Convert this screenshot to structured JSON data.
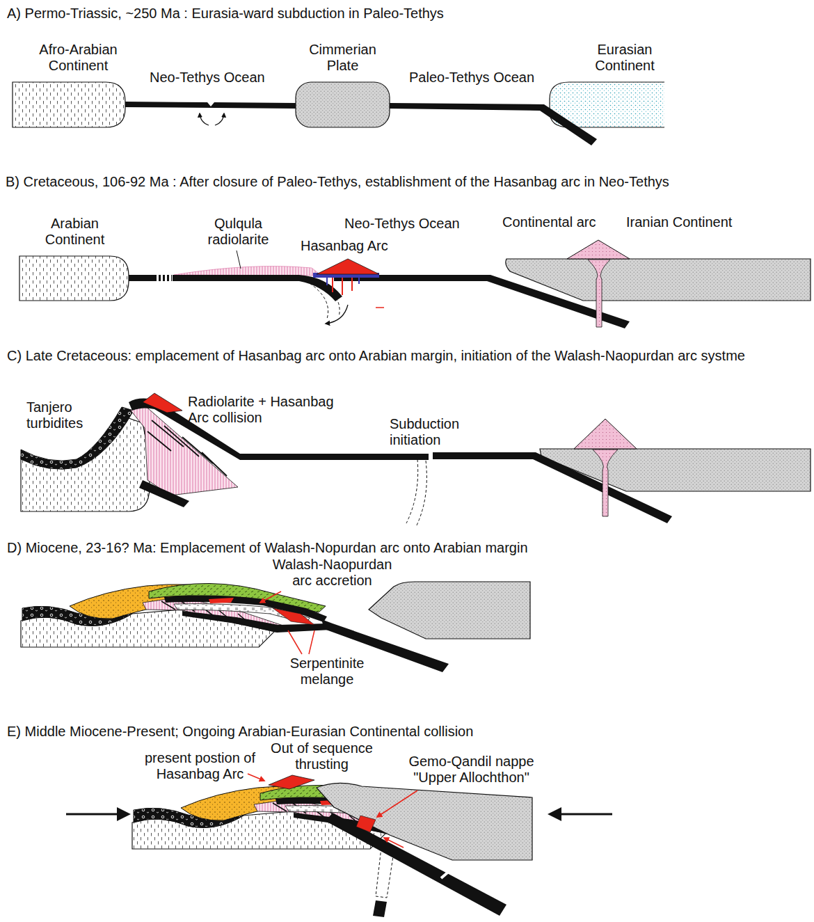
{
  "diagram": {
    "labels": [
      "A) Permo-Triassic, ~250 Ma : Eurasia-ward subduction in Paleo-Tethys",
      "Afro-Arabian Continent",
      "Neo-Tethys Ocean",
      "Cimmerian Plate",
      "Paleo-Tethys Ocean",
      "Eurasian Continent",
      "B) Cretaceous, 106-92 Ma : After closure of Paleo-Tethys, establishment of the Hasanbag arc in Neo-Tethys",
      "Arabian Continent",
      "Qulqula radiolarite",
      "Neo-Tethys Ocean",
      "Hasanbag Arc",
      "Continental arc",
      "Iranian Continent",
      "C) Late Cretaceous: emplacement of Hasanbag arc onto Arabian margin, initiation of the Walash-Naopurdan arc systme",
      "Tanjero turbidites",
      "Radiolarite + Hasanbag Arc collision",
      "Subduction initiation",
      "D) Miocene, 23-16? Ma: Emplacement of Walash-Nopurdan arc onto Arabian margin",
      "Walash-Naopurdan arc accretion",
      "Serpentinite melange",
      "E) Middle Miocene-Present; Ongoing Arabian-Eurasian Continental collision",
      "present postion of Hasanbag Arc",
      "Out of sequence thrusting",
      "Gemo-Qandil nappe \"Upper Allochthon\""
    ]
  }
}
